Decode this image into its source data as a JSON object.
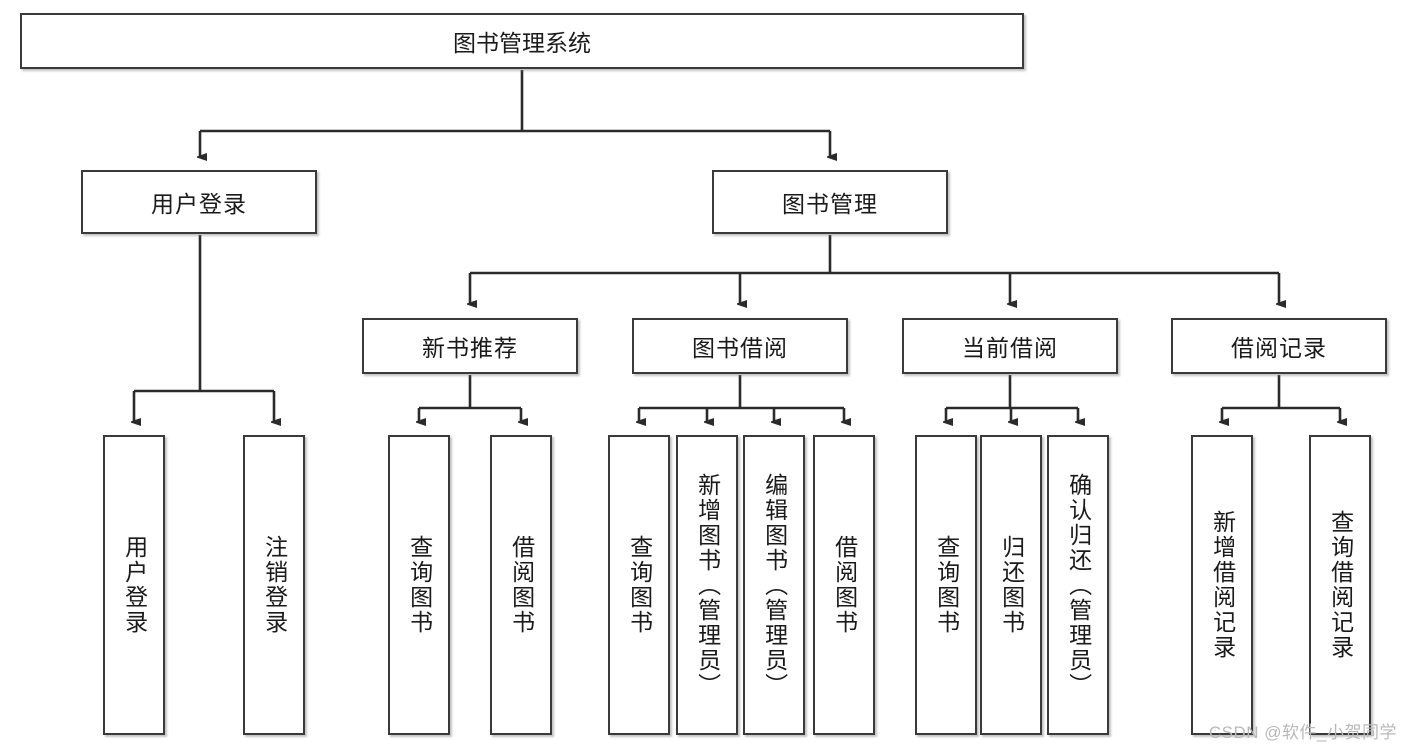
{
  "diagram": {
    "type": "tree-hierarchy",
    "title": "图书管理系统",
    "watermark": "CSDN @软件_小贺同学",
    "colors": {
      "background": "#ffffff",
      "box_border": "#3a3a3a",
      "box_fill": "#ffffff",
      "edge": "#2b2b2b",
      "text": "#1a1a1a",
      "watermark": "#b9b9b9"
    },
    "nodes": {
      "root": {
        "label": "图书管理系统"
      },
      "level2": [
        {
          "id": "user-login",
          "label": "用户登录"
        },
        {
          "id": "book-manage",
          "label": "图书管理"
        }
      ],
      "level3": [
        {
          "id": "new-book-rec",
          "label": "新书推荐"
        },
        {
          "id": "book-borrow",
          "label": "图书借阅"
        },
        {
          "id": "current-borrow",
          "label": "当前借阅"
        },
        {
          "id": "borrow-record",
          "label": "借阅记录"
        }
      ],
      "leaves": {
        "user_login": [
          {
            "id": "leaf-user-login",
            "label": "用户登录"
          },
          {
            "id": "leaf-logout",
            "label": "注销登录"
          }
        ],
        "new_book_rec": [
          {
            "id": "leaf-query-book-1",
            "label": "查询图书"
          },
          {
            "id": "leaf-borrow-book-1",
            "label": "借阅图书"
          }
        ],
        "book_borrow": [
          {
            "id": "leaf-query-book-2",
            "label": "查询图书"
          },
          {
            "id": "leaf-add-book",
            "label": "新增图书（管理员）"
          },
          {
            "id": "leaf-edit-book",
            "label": "编辑图书（管理员）"
          },
          {
            "id": "leaf-borrow-book-2",
            "label": "借阅图书"
          }
        ],
        "current_borrow": [
          {
            "id": "leaf-query-book-3",
            "label": "查询图书"
          },
          {
            "id": "leaf-return-book",
            "label": "归还图书"
          },
          {
            "id": "leaf-confirm-return",
            "label": "确认归还（管理员）"
          }
        ],
        "borrow_record": [
          {
            "id": "leaf-add-record",
            "label": "新增借阅记录"
          },
          {
            "id": "leaf-query-record",
            "label": "查询借阅记录"
          }
        ]
      }
    }
  }
}
